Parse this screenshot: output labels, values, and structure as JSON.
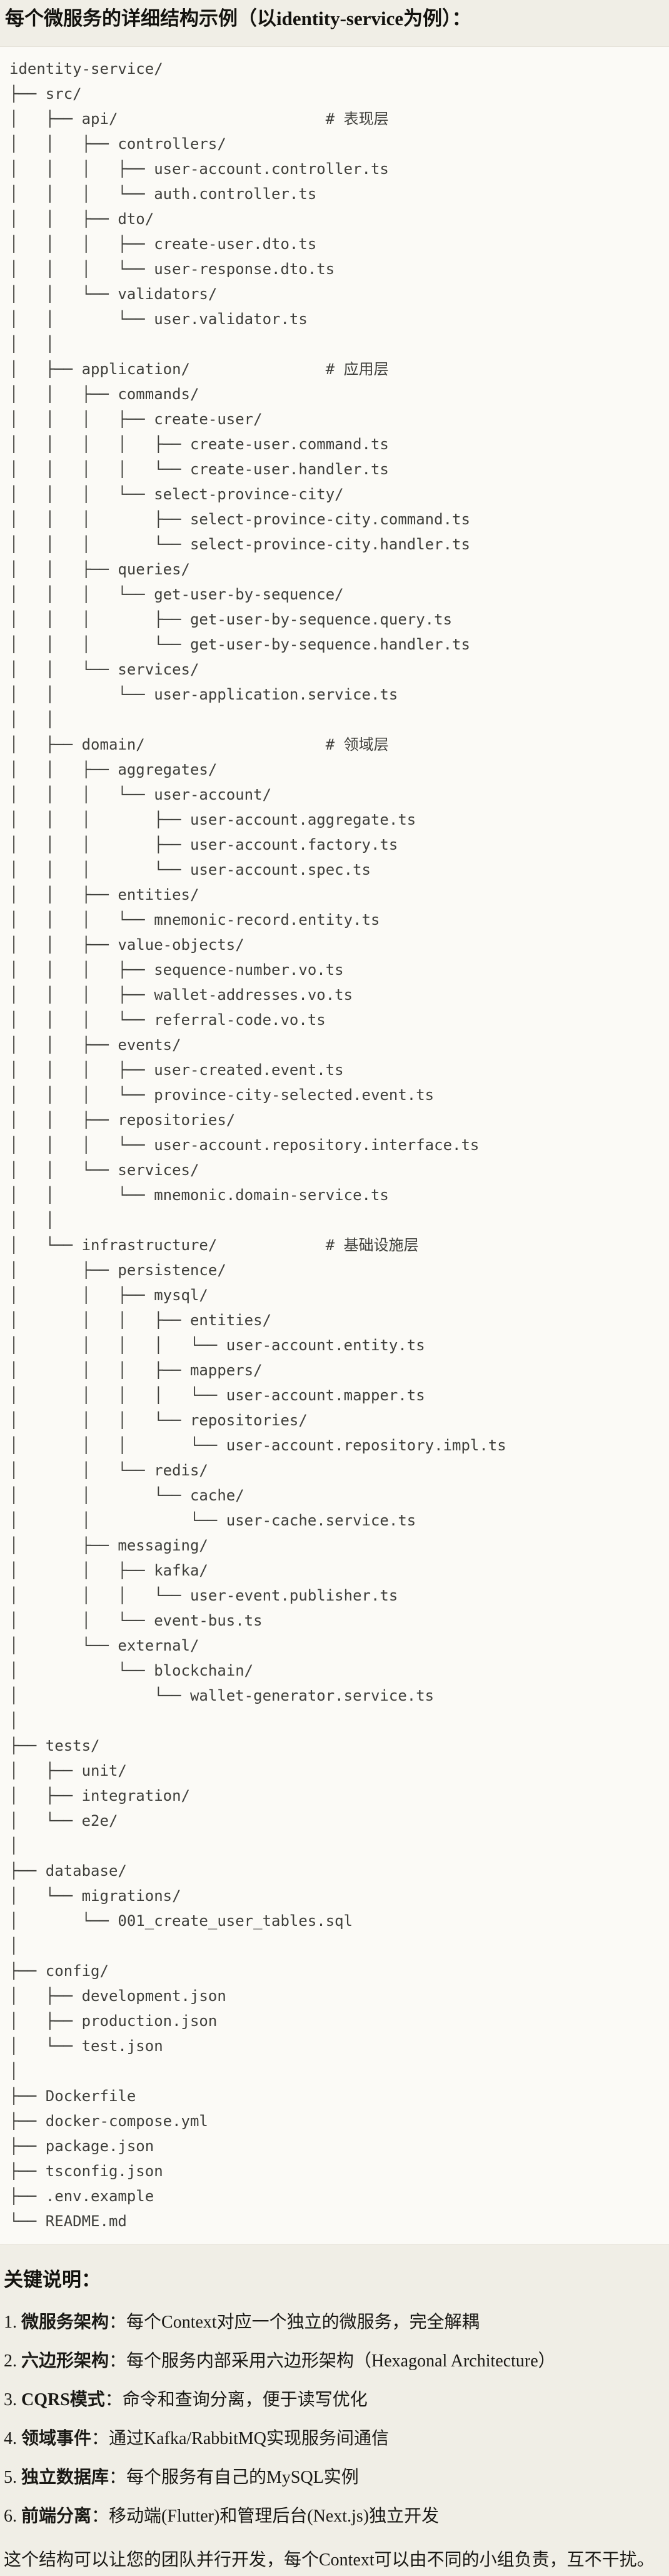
{
  "title": "每个微服务的详细结构示例（以identity-service为例）：",
  "code": {
    "tree_lines": [
      "identity-service/",
      "├── src/",
      "│   ├── api/                       # 表现层",
      "│   │   ├── controllers/",
      "│   │   │   ├── user-account.controller.ts",
      "│   │   │   └── auth.controller.ts",
      "│   │   ├── dto/",
      "│   │   │   ├── create-user.dto.ts",
      "│   │   │   └── user-response.dto.ts",
      "│   │   └── validators/",
      "│   │       └── user.validator.ts",
      "│   │",
      "│   ├── application/               # 应用层",
      "│   │   ├── commands/",
      "│   │   │   ├── create-user/",
      "│   │   │   │   ├── create-user.command.ts",
      "│   │   │   │   └── create-user.handler.ts",
      "│   │   │   └── select-province-city/",
      "│   │   │       ├── select-province-city.command.ts",
      "│   │   │       └── select-province-city.handler.ts",
      "│   │   ├── queries/",
      "│   │   │   └── get-user-by-sequence/",
      "│   │   │       ├── get-user-by-sequence.query.ts",
      "│   │   │       └── get-user-by-sequence.handler.ts",
      "│   │   └── services/",
      "│   │       └── user-application.service.ts",
      "│   │",
      "│   ├── domain/                    # 领域层",
      "│   │   ├── aggregates/",
      "│   │   │   └── user-account/",
      "│   │   │       ├── user-account.aggregate.ts",
      "│   │   │       ├── user-account.factory.ts",
      "│   │   │       └── user-account.spec.ts",
      "│   │   ├── entities/",
      "│   │   │   └── mnemonic-record.entity.ts",
      "│   │   ├── value-objects/",
      "│   │   │   ├── sequence-number.vo.ts",
      "│   │   │   ├── wallet-addresses.vo.ts",
      "│   │   │   └── referral-code.vo.ts",
      "│   │   ├── events/",
      "│   │   │   ├── user-created.event.ts",
      "│   │   │   └── province-city-selected.event.ts",
      "│   │   ├── repositories/",
      "│   │   │   └── user-account.repository.interface.ts",
      "│   │   └── services/",
      "│   │       └── mnemonic.domain-service.ts",
      "│   │",
      "│   └── infrastructure/            # 基础设施层",
      "│       ├── persistence/",
      "│       │   ├── mysql/",
      "│       │   │   ├── entities/",
      "│       │   │   │   └── user-account.entity.ts",
      "│       │   │   ├── mappers/",
      "│       │   │   │   └── user-account.mapper.ts",
      "│       │   │   └── repositories/",
      "│       │   │       └── user-account.repository.impl.ts",
      "│       │   └── redis/",
      "│       │       └── cache/",
      "│       │           └── user-cache.service.ts",
      "│       ├── messaging/",
      "│       │   ├── kafka/",
      "│       │   │   └── user-event.publisher.ts",
      "│       │   └── event-bus.ts",
      "│       └── external/",
      "│           └── blockchain/",
      "│               └── wallet-generator.service.ts",
      "│",
      "├── tests/",
      "│   ├── unit/",
      "│   ├── integration/",
      "│   └── e2e/",
      "│",
      "├── database/",
      "│   └── migrations/",
      "│       └── 001_create_user_tables.sql",
      "│",
      "├── config/",
      "│   ├── development.json",
      "│   ├── production.json",
      "│   └── test.json",
      "│",
      "├── Dockerfile",
      "├── docker-compose.yml",
      "├── package.json",
      "├── tsconfig.json",
      "├── .env.example",
      "└── README.md"
    ]
  },
  "notes": {
    "heading": "关键说明：",
    "items": [
      {
        "num": "1. ",
        "term": "微服务架构",
        "text": "：每个Context对应一个独立的微服务，完全解耦"
      },
      {
        "num": "2. ",
        "term": "六边形架构",
        "text": "：每个服务内部采用六边形架构（Hexagonal Architecture）"
      },
      {
        "num": "3. ",
        "term": "CQRS模式",
        "text": "：命令和查询分离，便于读写优化"
      },
      {
        "num": "4. ",
        "term": "领域事件",
        "text": "：通过Kafka/RabbitMQ实现服务间通信"
      },
      {
        "num": "5. ",
        "term": "独立数据库",
        "text": "：每个服务有自己的MySQL实例"
      },
      {
        "num": "6. ",
        "term": "前端分离",
        "text": "：移动端(Flutter)和管理后台(Next.js)独立开发"
      }
    ]
  },
  "closing": "这个结构可以让您的团队并行开发，每个Context可以由不同的小组负责，互不干扰。"
}
